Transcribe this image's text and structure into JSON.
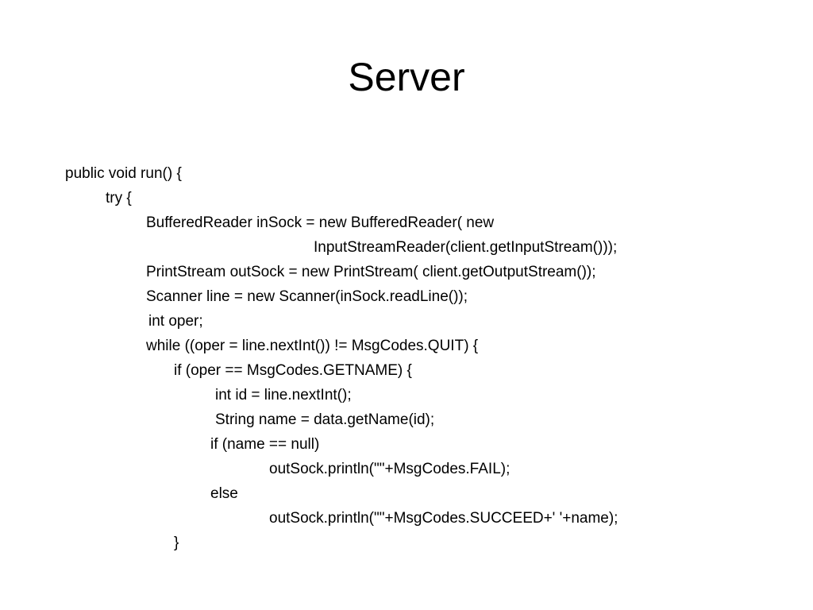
{
  "slide": {
    "title": "Server",
    "code_lines": [
      "public void run() {",
      "try {",
      "BufferedReader inSock = new BufferedReader( new",
      "InputStreamReader(client.getInputStream()));",
      "PrintStream outSock = new PrintStream( client.getOutputStream());",
      "Scanner line = new Scanner(inSock.readLine());",
      "int oper;",
      "while ((oper = line.nextInt()) != MsgCodes.QUIT) {",
      "if (oper == MsgCodes.GETNAME) {",
      "int id = line.nextInt();",
      "String name = data.getName(id);",
      "if (name == null)",
      "outSock.println(\"\"+MsgCodes.FAIL);",
      "else",
      "outSock.println(\"\"+MsgCodes.SUCCEED+' '+name);",
      "}"
    ]
  }
}
